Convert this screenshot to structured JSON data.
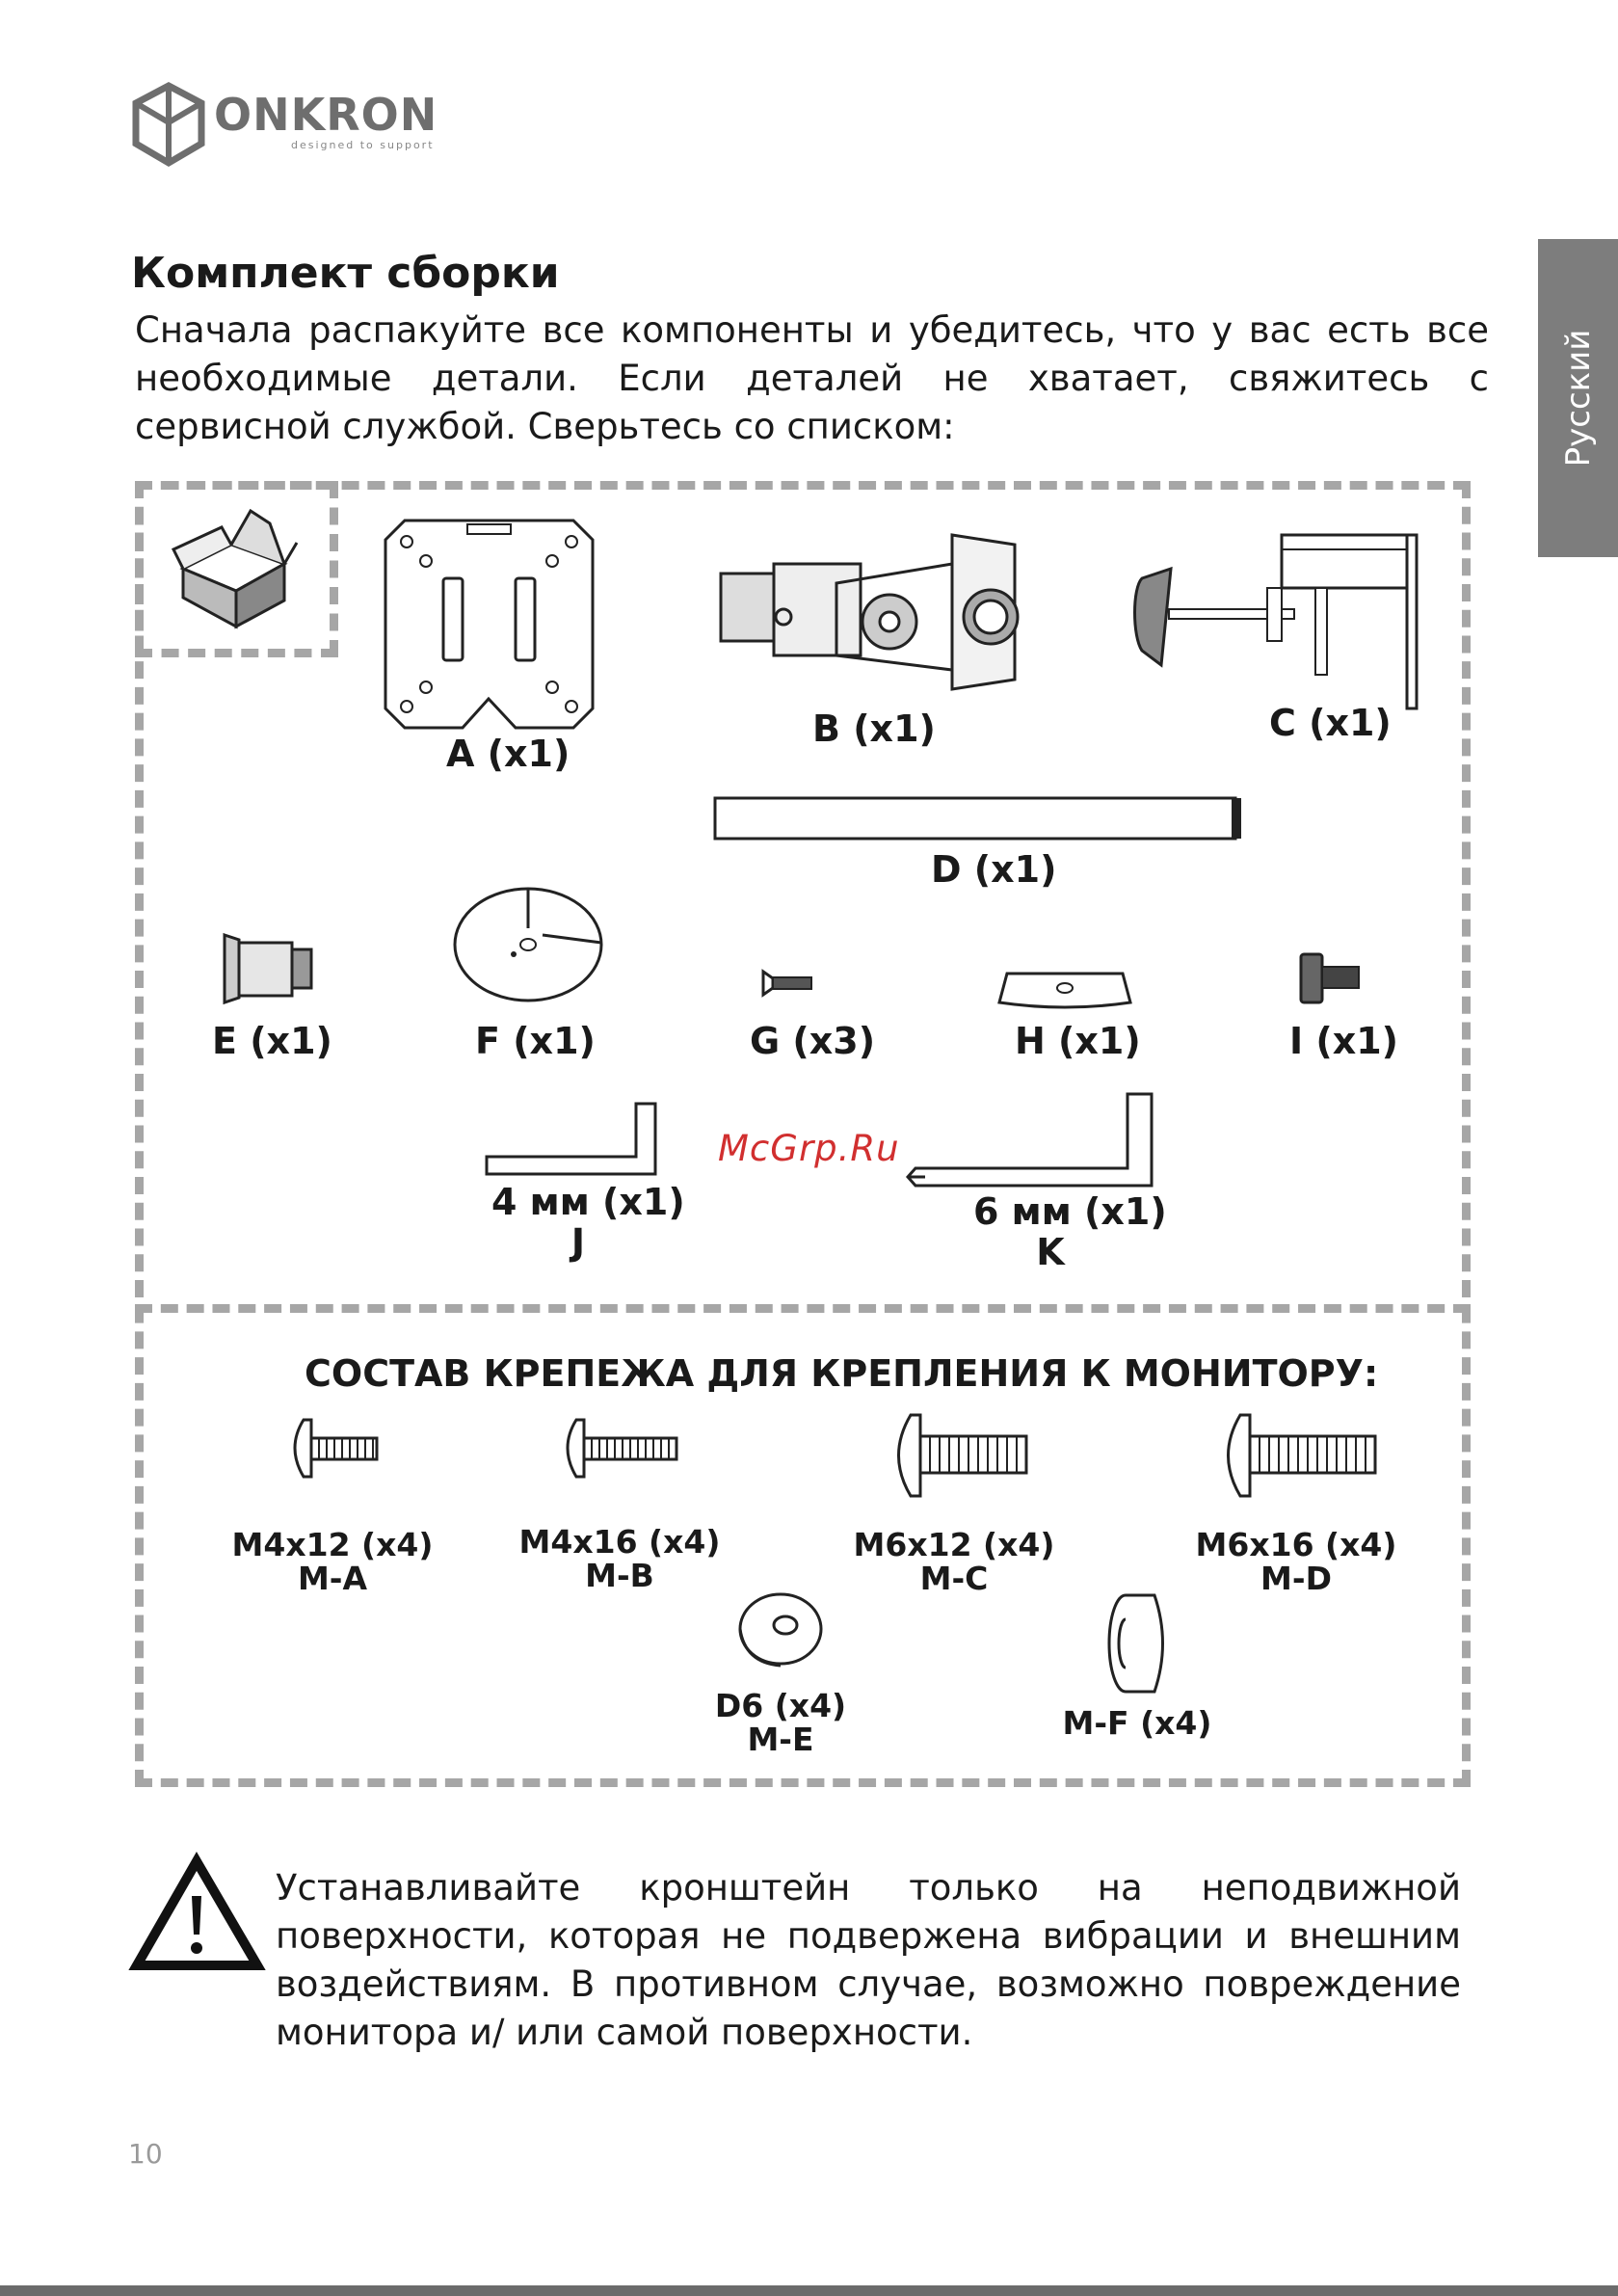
{
  "brand": {
    "name": "ONKRON",
    "tagline": "designed to support"
  },
  "side_tab": {
    "language": "Русский"
  },
  "section": {
    "title": "Комплект сборки",
    "intro": "Сначала распакуйте все компоненты и убедитесь, что у вас есть все необходимые детали. Если деталей не хватает, свяжитесь с сервисной службой.  Сверьтесь со списком:"
  },
  "parts": {
    "a": "A (x1)",
    "b": "B (x1)",
    "c": "C (x1)",
    "d": "D (x1)",
    "e": "E (x1)",
    "f": "F (x1)",
    "g": "G (x3)",
    "h": "H (x1)",
    "i": "I (x1)",
    "j_size": "4 мм (x1)",
    "j_code": "J",
    "k_size": "6 мм (x1)",
    "k_code": "K"
  },
  "fasteners": {
    "heading": "СОСТАВ КРЕПЕЖА ДЛЯ КРЕПЛЕНИЯ К МОНИТОРУ:",
    "ma_size": "M4x12 (x4)",
    "ma_code": "M-A",
    "mb_size": "M4x16 (x4)",
    "mb_code": "M-B",
    "mc_size": "M6x12 (x4)",
    "mc_code": "M-C",
    "md_size": "M6x16 (x4)",
    "md_code": "M-D",
    "me_size": "D6 (x4)",
    "me_code": "M-E",
    "mf_label": "M-F (x4)"
  },
  "watermark": "McGrp.Ru",
  "warning": {
    "text": "Устанавливайте кронштейн только на неподвижной поверхности, которая не подвержена вибрации и внешним воздействиям. В противном случае, возможно повреждение монитора и/ или самой поверхности."
  },
  "page_number": "10",
  "colors": {
    "dash": "#a6a6a6",
    "side_tab": "#7d7d7d",
    "watermark": "#d12f2f",
    "logo": "#6e6e6e"
  }
}
